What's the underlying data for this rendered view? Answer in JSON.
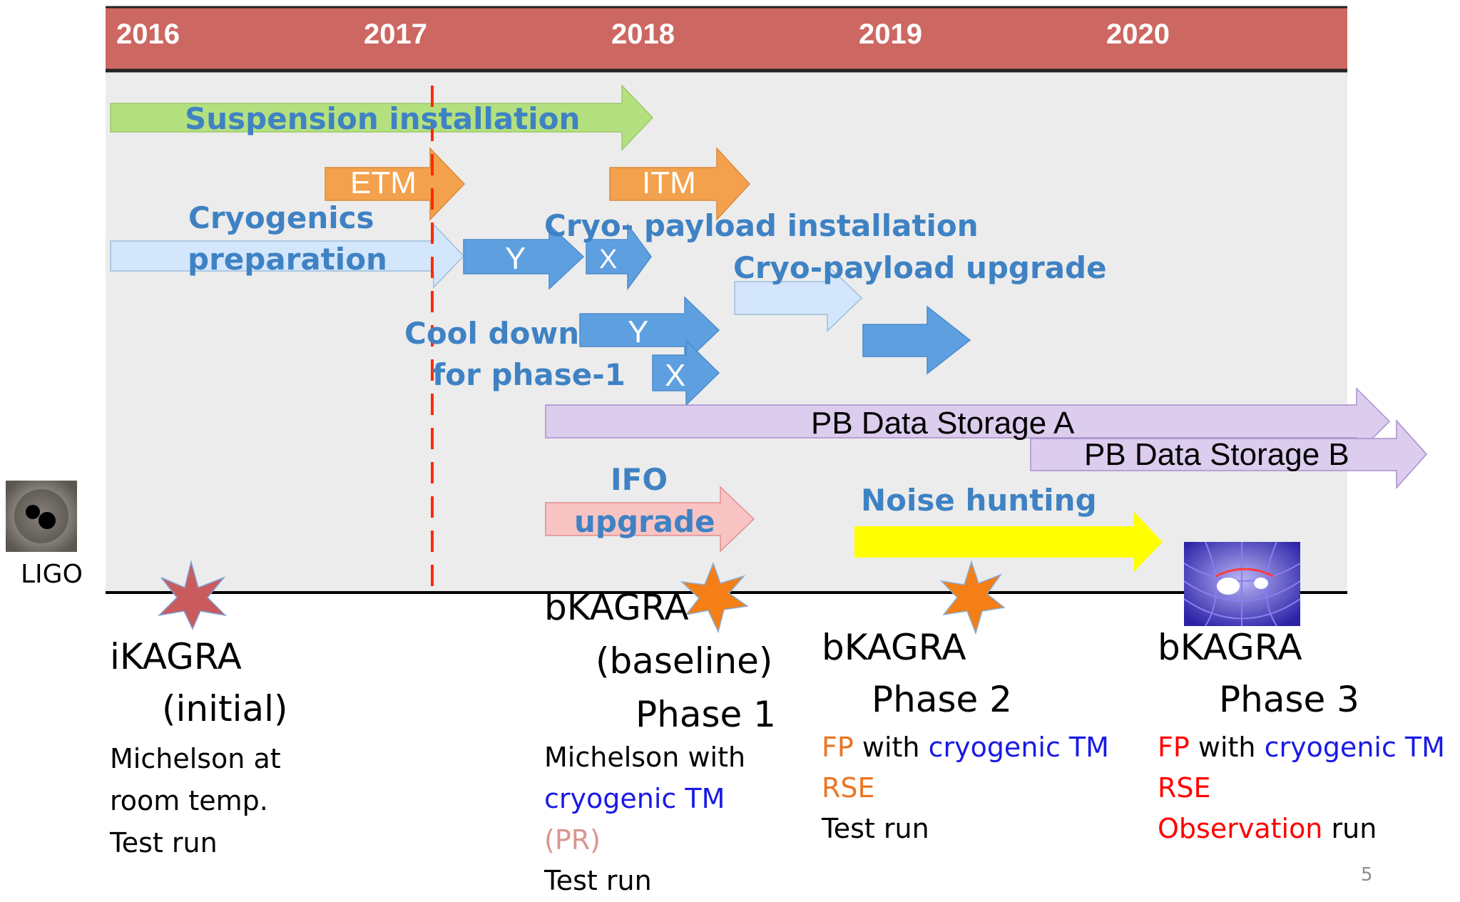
{
  "years": [
    "2016",
    "2017",
    "2018",
    "2019",
    "2020"
  ],
  "tasks": {
    "suspension": "Suspension installation",
    "etm": "ETM",
    "itm": "ITM",
    "cryo_prep_line1": "Cryogenics",
    "cryo_prep_line2": "preparation",
    "cryo_payload_install": "Cryo- payload installation",
    "y_label": "Y",
    "x_label": "X",
    "cryo_payload_upgrade": "Cryo-payload upgrade",
    "cool_down_line1": "Cool down",
    "cool_down_line2": "for phase-1",
    "cool_y": "Y",
    "cool_x": "X",
    "pb_storage_a": "PB Data Storage  A",
    "pb_storage_b": "PB Data Storage  B",
    "ifo_line1": "IFO",
    "ifo_line2": "upgrade",
    "noise_hunting": "Noise hunting"
  },
  "ligo_label": "LIGO",
  "phases": {
    "ikagra": {
      "title1": "iKAGRA",
      "title2": "(initial)",
      "desc1": "Michelson at",
      "desc2": "room temp.",
      "desc3": "Test run"
    },
    "phase1": {
      "title1": "bKAGRA",
      "title2": "(baseline)",
      "title3": "Phase 1",
      "desc1": "Michelson with",
      "desc2": "cryogenic TM",
      "desc3": "(PR)",
      "desc4": "Test run"
    },
    "phase2": {
      "title1": "bKAGRA",
      "title2": "Phase 2",
      "fp": "FP",
      "with": " with ",
      "cryo_tm": "cryogenic TM",
      "rse": "RSE",
      "test_run": "Test run"
    },
    "phase3": {
      "title1": "bKAGRA",
      "title2": "Phase 3",
      "fp": "FP",
      "with": " with ",
      "cryo_tm": "cryogenic TM",
      "rse": "RSE",
      "observation": "Observation",
      "run": " run"
    }
  },
  "slide_number": "5",
  "colors": {
    "header": "#cd6762",
    "chart_bg": "#ececec",
    "green_arrow": "#b4e07f",
    "orange_arrow": "#f3a14c",
    "light_blue_arrow": "#d4e6fb",
    "blue_arrow": "#5e9fe0",
    "purple_arrow": "#dccdee",
    "pink_arrow": "#f8c4c3",
    "yellow_arrow": "#ffff00",
    "dashed_line": "#ff2a00",
    "star_red": "#c95b5d",
    "star_orange": "#f37f16"
  }
}
